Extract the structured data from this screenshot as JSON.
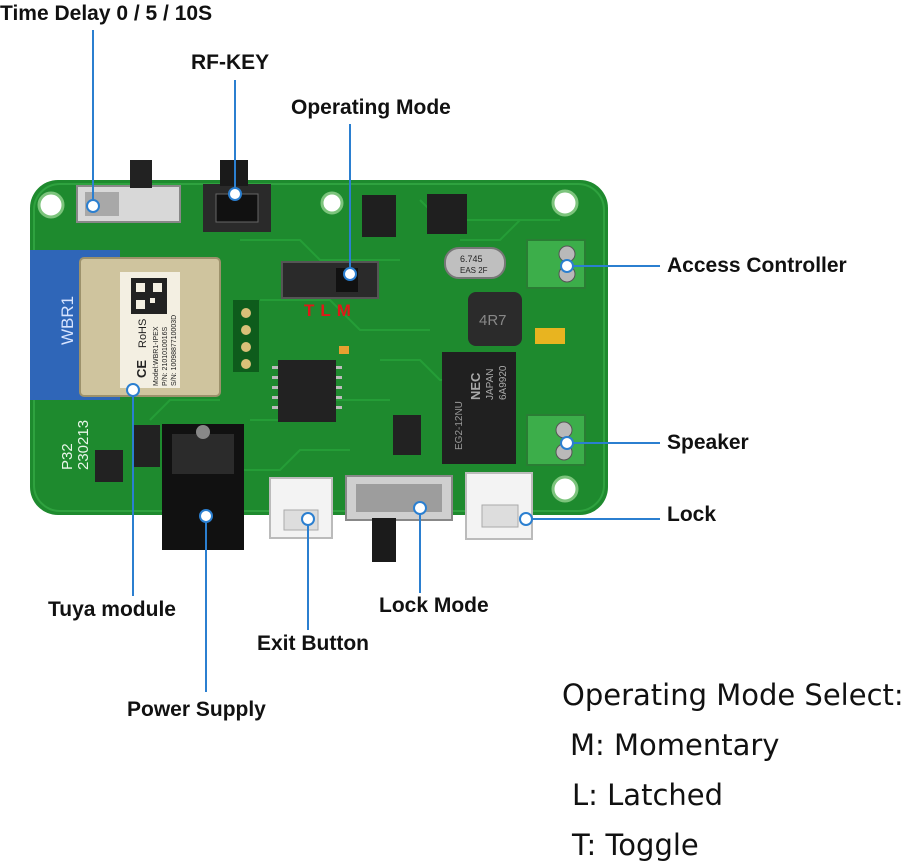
{
  "labels": {
    "time_delay": "Time Delay 0 / 5 / 10S",
    "rf_key": "RF-KEY",
    "operating_mode": "Operating Mode",
    "access_controller": "Access Controller",
    "speaker": "Speaker",
    "lock": "Lock",
    "lock_mode": "Lock Mode",
    "tuya_module": "Tuya module",
    "exit_button": "Exit Button",
    "power_supply": "Power Supply"
  },
  "legend": {
    "title": "Operating Mode Select:",
    "items": [
      "M: Momentary",
      "L: Latched",
      "T: Toggle"
    ]
  },
  "board_text": {
    "module_brand": "WBR1",
    "rohs": "RoHS",
    "ce": "CE",
    "module_model": "Model:WBR1-IPEX",
    "module_pn": "P/N: 2101010016S",
    "module_sn": "S/N: 1009887710003D",
    "pcb_id": "P32",
    "pcb_date": "230213",
    "mode_marks": "TLM",
    "inductor": "4R7",
    "crystal_1": "6.745",
    "crystal_2": "EAS 2F",
    "relay_1": "EG2-12NU",
    "relay_2": "NEC",
    "relay_3": "JAPAN",
    "relay_4": "6A9920"
  },
  "colors": {
    "pcb": "#1e8a2e",
    "pointer": "#2b7fd0",
    "terminal": "#3cae4a"
  }
}
